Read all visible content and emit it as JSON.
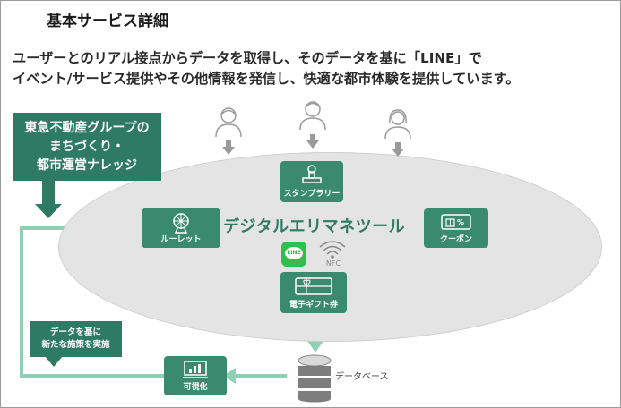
{
  "title": "基本サービス詳細",
  "intro": {
    "line1": "ユーザーとのリアル接点からデータを取得し、そのデータを基に「LINE」で",
    "line2": "イベント/サービス提供やその他情報を発信し、快適な都市体験を提供しています。"
  },
  "callout": {
    "line1": "東急不動産グループの",
    "line2": "まちづくり・",
    "line3": "都市運営ナレッジ"
  },
  "center_label": "デジタルエリマネツール",
  "tiles": {
    "stamp_rally": "スタンプラリー",
    "roulette": "ルーレット",
    "coupon": "クーポン",
    "gift_card": "電子ギフト券",
    "visualization": "可視化"
  },
  "line_badge": "LINE",
  "nfc_label": "NFC",
  "note": {
    "line1": "データを基に",
    "line2": "新たな施策を実施"
  },
  "database_label": "データベース",
  "colors": {
    "primary_green": "#2e7a63",
    "tile_green": "#3a8a6f",
    "light_green": "#8fd0b4",
    "oval_gray": "#e4e4e4",
    "line_green": "#2fbf4a"
  }
}
